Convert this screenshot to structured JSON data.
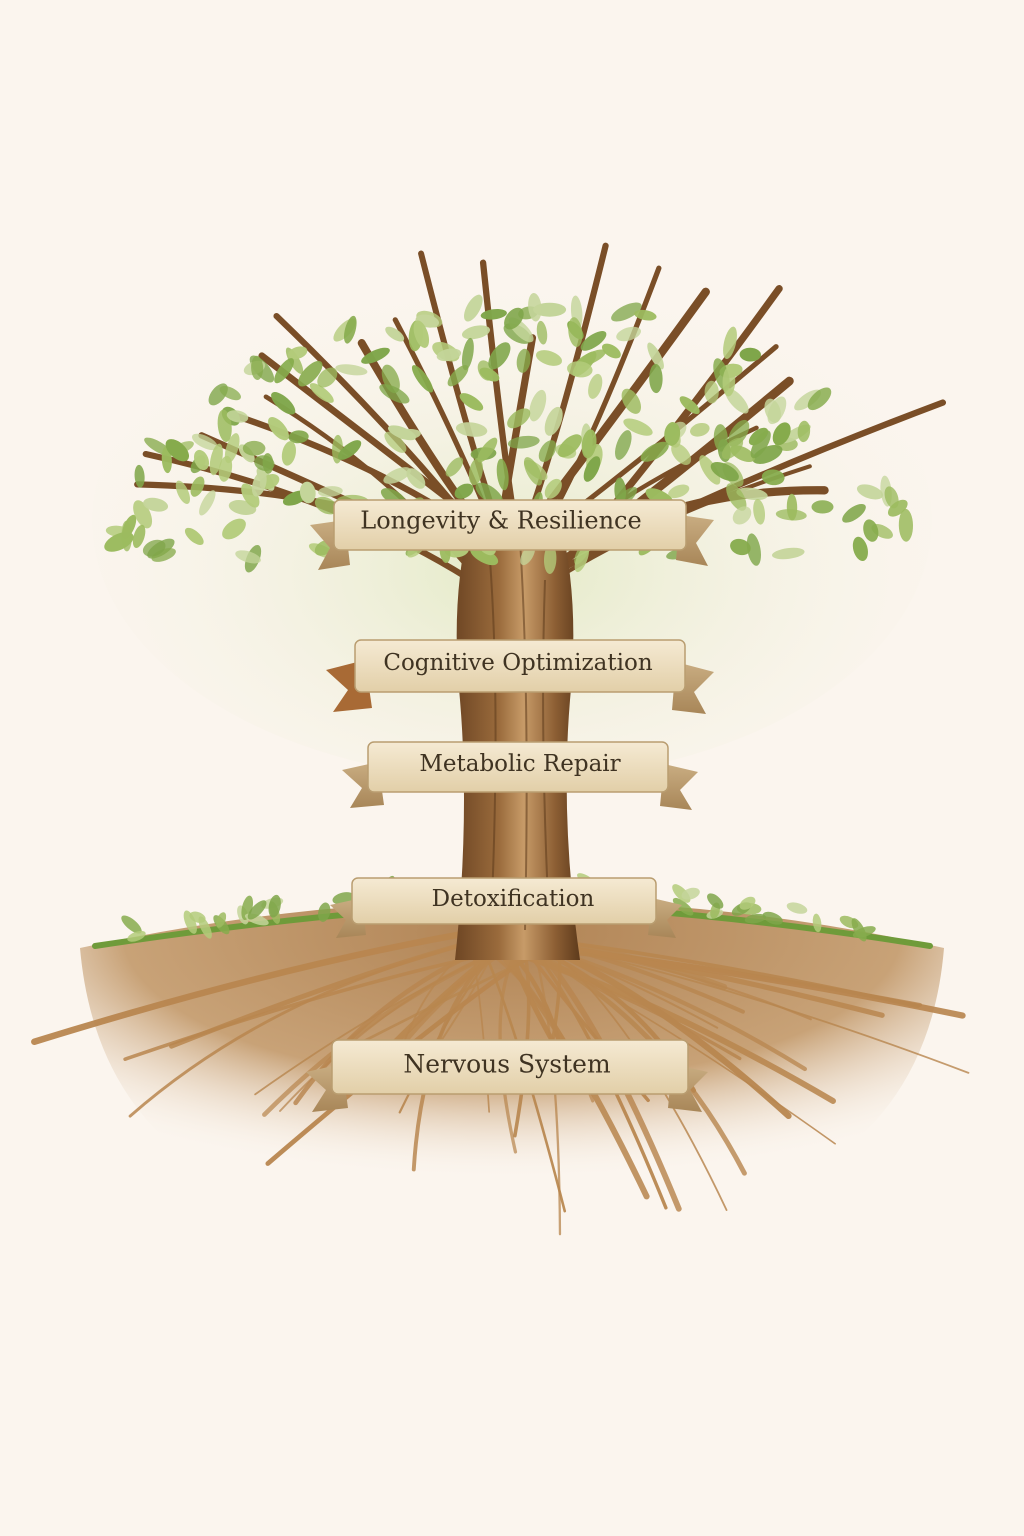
{
  "diagram": {
    "levels": [
      {
        "label": "Longevity & Resilience"
      },
      {
        "label": "Cognitive Optimization"
      },
      {
        "label": "Metabolic Repair"
      },
      {
        "label": "Detoxification"
      },
      {
        "label": "Nervous System"
      }
    ]
  },
  "colors": {
    "background": "#fbf5ee",
    "leaf": "#9cbb5f",
    "trunk": "#8d5f34",
    "root": "#c49a62",
    "soil": "#a57a4a",
    "grass": "#6f9b3a",
    "banner": "#f0e3c8"
  }
}
